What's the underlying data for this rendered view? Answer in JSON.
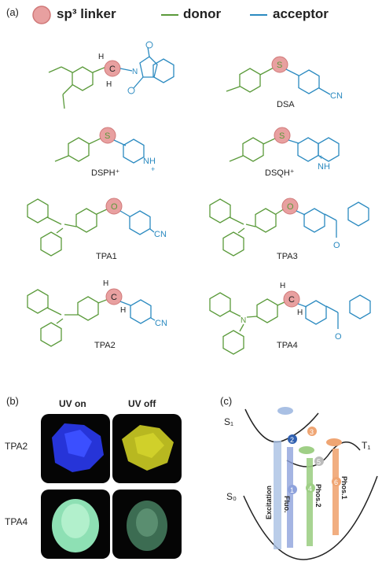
{
  "panels": {
    "a": "(a)",
    "b": "(b)",
    "c": "(c)"
  },
  "legend": {
    "linker": "sp³ linker",
    "donor": "donor",
    "acceptor": "acceptor",
    "colors": {
      "linker": "#e8a0a0",
      "donor": "#5a9a3a",
      "acceptor": "#2b8ac0"
    }
  },
  "molecules": {
    "m1_atom": "C",
    "m1_h1": "H",
    "m1_h2": "H",
    "m1_n": "N",
    "dsa": "DSA",
    "dsa_s": "S",
    "dsa_cn": "CN",
    "dsph": "DSPH⁺",
    "dsph_s": "S",
    "dsph_nh": "NH",
    "dsph_plus": "+",
    "dsqh": "DSQH⁺",
    "dsqh_s": "S",
    "dsqh_nh": "NH",
    "dsqh_plus": "+",
    "tpa1": "TPA1",
    "tpa1_o": "O",
    "tpa1_cn": "CN",
    "tpa3": "TPA3",
    "tpa3_o": "O",
    "tpa3_co": "O",
    "tpa2": "TPA2",
    "tpa2_c": "C",
    "tpa2_h1": "H",
    "tpa2_h2": "H",
    "tpa2_cn": "CN",
    "tpa4": "TPA4",
    "tpa4_c": "C",
    "tpa4_h1": "H",
    "tpa4_h2": "H",
    "tpa4_co": "O",
    "tpa4_n": "N"
  },
  "photos": {
    "col1": "UV on",
    "col2": "UV off",
    "row1": "TPA2",
    "row2": "TPA4"
  },
  "diagram": {
    "s1": "S₁",
    "t1": "T₁",
    "s0": "S₀",
    "excitation": "Excitation",
    "fluo": "Fluo.",
    "phos2": "Phos.2",
    "phos1": "Phos.1",
    "steps": [
      "1",
      "2",
      "3",
      "4",
      "5",
      "6"
    ]
  }
}
